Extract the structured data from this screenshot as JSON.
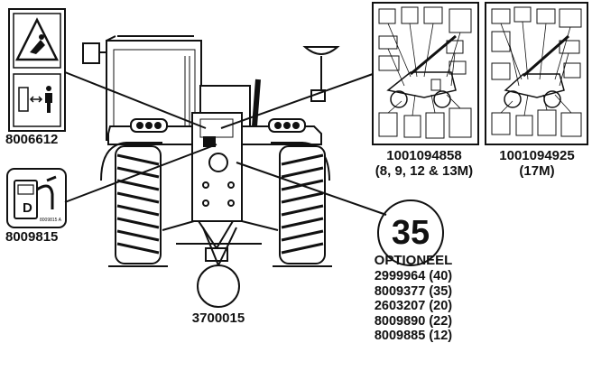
{
  "labels": {
    "decal_top_left": "8006612",
    "decal_fuel": "8009815",
    "decal_fuel_small": "8009815 A",
    "fuel_letter": "D",
    "manual_8_13": "1001094858",
    "manual_8_13_sub": "(8, 9, 12 & 13M)",
    "manual_17": "1001094925",
    "manual_17_sub": "(17M)",
    "bottom_circle": "3700015",
    "callout_number": "35",
    "option_title": "OPTIONEEL"
  },
  "option_list": [
    "2999964 (40)",
    "8009377 (35)",
    "2603207 (20)",
    "8009890 (22)",
    "8009885 (12)"
  ]
}
